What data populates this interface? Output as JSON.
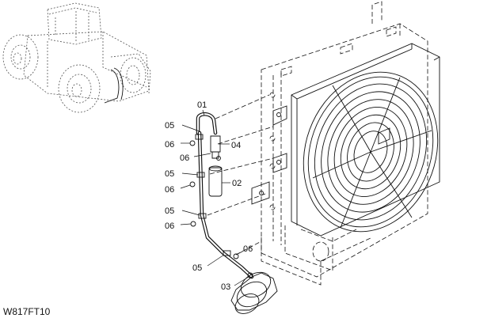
{
  "drawing_code": "W817FT10",
  "callouts": [
    {
      "id": "c01a",
      "text": "01"
    },
    {
      "id": "c05a",
      "text": "05"
    },
    {
      "id": "c04",
      "text": "04"
    },
    {
      "id": "c06a",
      "text": "06"
    },
    {
      "id": "c06b",
      "text": "06"
    },
    {
      "id": "c05b",
      "text": "05"
    },
    {
      "id": "c02",
      "text": "02"
    },
    {
      "id": "c06c",
      "text": "06"
    },
    {
      "id": "c05c",
      "text": "05"
    },
    {
      "id": "c06d",
      "text": "06"
    },
    {
      "id": "c06e",
      "text": "06"
    },
    {
      "id": "c05d",
      "text": "05"
    },
    {
      "id": "c03",
      "text": "03"
    }
  ]
}
